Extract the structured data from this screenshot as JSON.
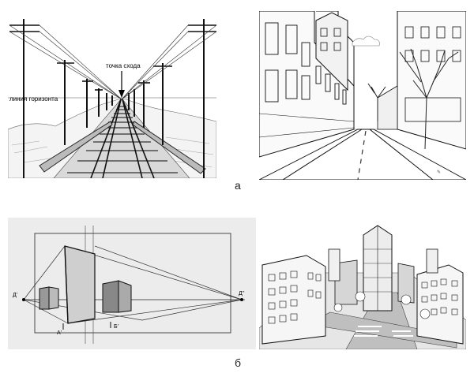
{
  "figure": {
    "row_a_caption": "а",
    "row_b_caption": "б"
  },
  "rail_panel": {
    "vanishing_point_label": "точка схода",
    "horizon_label": "линия горизонта"
  },
  "construction_panel": {
    "left_vanishing_label": "Д'",
    "right_vanishing_label": "Д''",
    "point_a_label": "А'",
    "point_b_label": "Б'"
  },
  "colors": {
    "ink": "#1a1a1a",
    "construction_bg": "#ececec",
    "road_gray": "#9a9a9a"
  }
}
